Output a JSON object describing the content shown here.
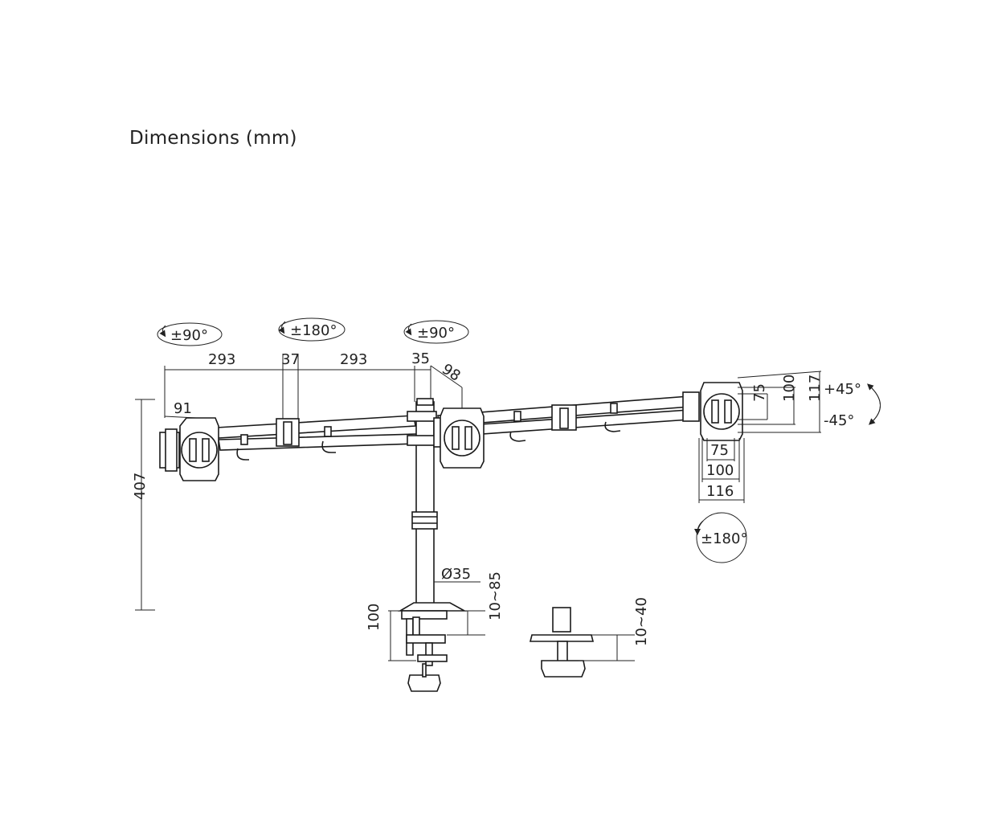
{
  "title": "Dimensions (mm)",
  "rotation_labels": {
    "left": "±90°",
    "joint": "±180°",
    "center": "±90°",
    "right_bottom": "±180°"
  },
  "tilt": {
    "up": "+45°",
    "down": "-45°"
  },
  "dimensions": {
    "arm1": "293",
    "joint_width": "37",
    "arm2": "293",
    "pole_offset": "35",
    "head_depth": "98",
    "head_offset": "91",
    "height": "407",
    "pole_diameter": "Ø35",
    "clamp_height": "100",
    "clamp_range": "10~85",
    "grommet_range": "10~40",
    "vesa_h_75": "75",
    "vesa_h_100": "100",
    "plate_h": "117",
    "vesa_w_75": "75",
    "vesa_w_100": "100",
    "plate_w": "116"
  }
}
